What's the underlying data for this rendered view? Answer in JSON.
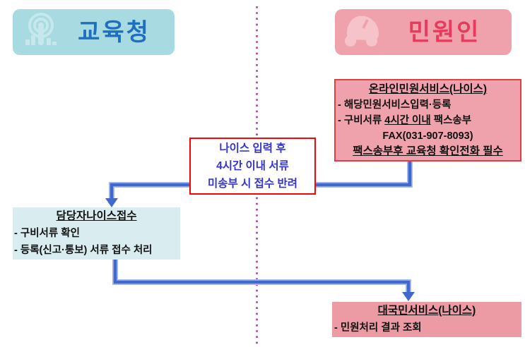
{
  "diagram": {
    "type": "flowchart",
    "description_note": "civil petition fax-receipt process flow between education office and petitioner"
  },
  "headers": {
    "left": {
      "label": "교육청",
      "bg": "#a7dae1",
      "text_color": "#1e6fc0",
      "icon": "touch-icon"
    },
    "right": {
      "label": "민원인",
      "bg": "#efa2ab",
      "text_color": "#e73a5c",
      "icon": "car-icon"
    }
  },
  "divider": {
    "style": "dotted-vertical",
    "color": "#a23fa8"
  },
  "arrows": {
    "color": "#4068cf",
    "halo_color": "#a9bce9"
  },
  "boxes": {
    "online_service": {
      "title": "온라인민원서비스(나이스)",
      "line1": "- 해당민원서비스입력·등록",
      "line2_prefix": "- 구비서류 ",
      "line2_emphasis": "4시간 이내",
      "line2_suffix": " 팩스송부",
      "fax": "FAX(031-907-8093)",
      "footer": "팩스송부후 교육청 확인전화 필수",
      "bg": "#efa2ab",
      "border_color": "#e04043"
    },
    "nice_warning": {
      "line1": "나이스 입력 후",
      "line2": "4시간 이내 서류",
      "line3": "미송부 시 접수 반려",
      "bg": "#ffffff",
      "border_color": "#fb0207",
      "text_color": "#3534cf"
    },
    "staff_receipt": {
      "title": "담당자나이스접수",
      "line1": "- 구비서류 확인",
      "line2": "- 등록(신고·통보) 서류 접수 처리",
      "bg": "#d9edf0"
    },
    "public_service": {
      "title": "대국민서비스(나이스)",
      "line1": "- 민원처리 결과 조회",
      "bg": "#ec9ba4"
    }
  }
}
